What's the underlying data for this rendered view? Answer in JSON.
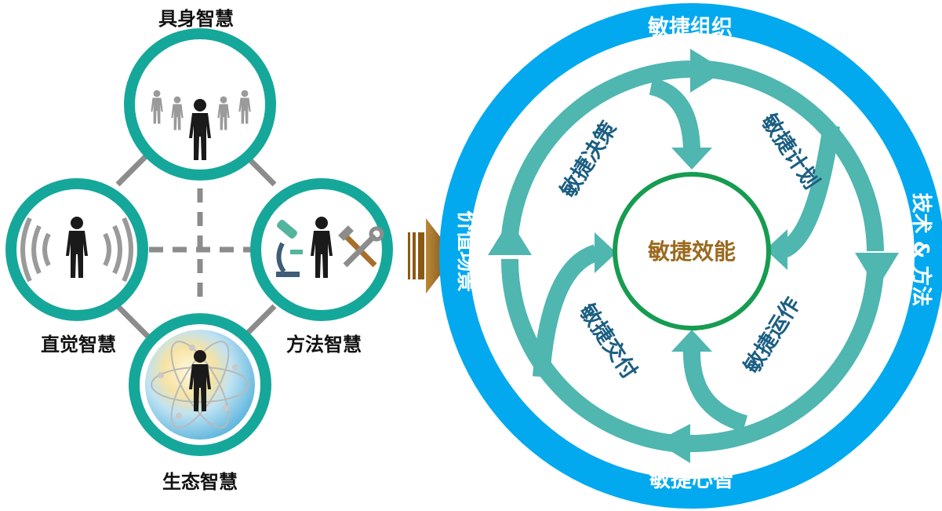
{
  "left_cluster": {
    "top": {
      "label": "具身智慧"
    },
    "left": {
      "label": "直觉智慧"
    },
    "right": {
      "label": "方法智慧"
    },
    "bottom": {
      "label": "生态智慧"
    }
  },
  "right_ring": {
    "outer_top": "敏捷组织",
    "outer_bottom": "敏捷心智",
    "outer_left": "价值场景",
    "outer_right": "技术 & 方法",
    "center": "敏捷效能",
    "quadrants": {
      "top_left": "敏捷决策",
      "top_right": "敏捷计划",
      "bottom_left": "敏捷交付",
      "bottom_right": "敏捷运作"
    }
  },
  "colors": {
    "teal": "#16a79b",
    "arrow_teal": "#4fb6b0",
    "outer_blue": "#03a9ef",
    "center_green": "#169c50",
    "center_text": "#9b6a1e",
    "quadrant_text": "#1b5e82",
    "connector_arrow": "#7a4c0d",
    "figure": "#1a1a1a",
    "figure_gray": "#9a9a9a"
  },
  "icons": [
    "person-icon",
    "crowd-icon",
    "signal-waves-icon",
    "microscope-icon",
    "tools-icon",
    "atom-sphere-icon"
  ]
}
